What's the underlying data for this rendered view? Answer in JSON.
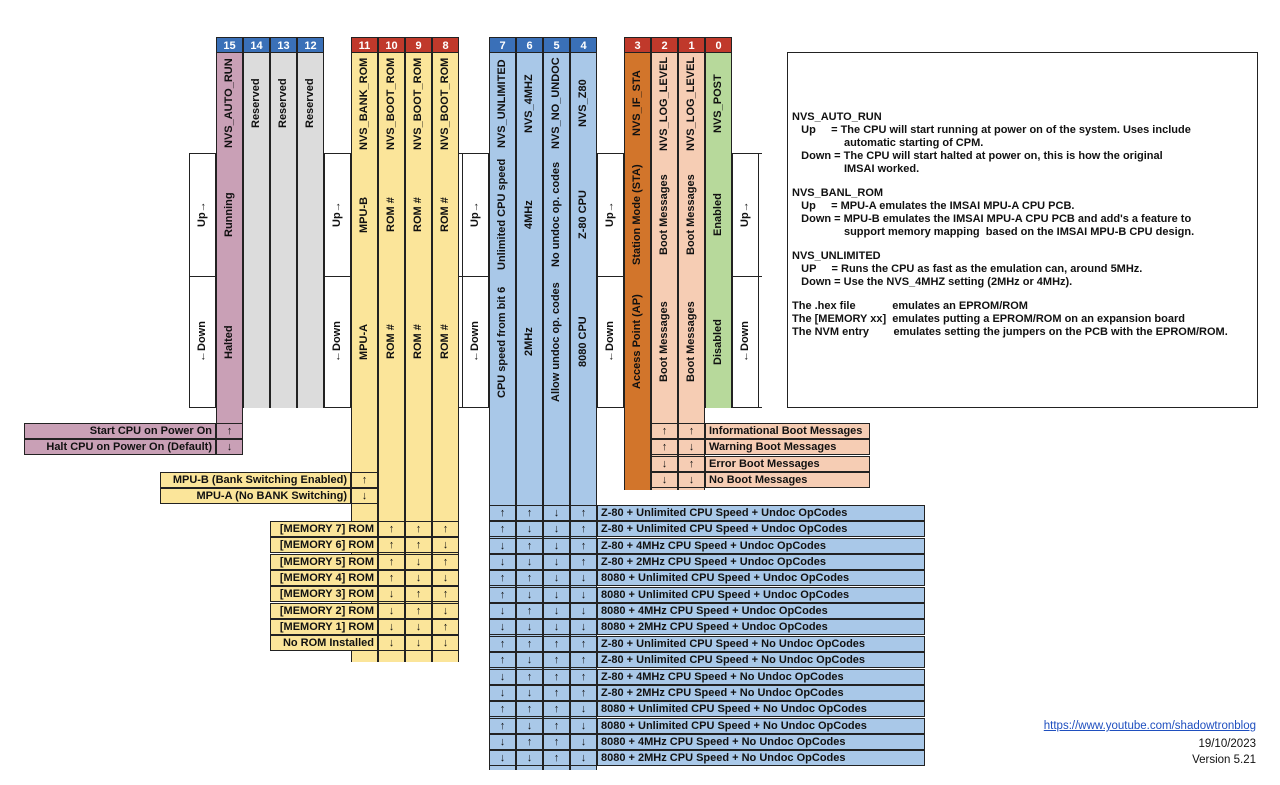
{
  "columns": [
    {
      "bit": "15",
      "name": "NVS_AUTO_RUN",
      "up": "Running",
      "down": "Halted",
      "headColor": "#3a70b8",
      "color": "#c9a0b6"
    },
    {
      "bit": "14",
      "name": "Reserved",
      "up": "",
      "down": "",
      "headColor": "#3a70b8",
      "color": "#dcdcdc"
    },
    {
      "bit": "13",
      "name": "Reserved",
      "up": "",
      "down": "",
      "headColor": "#3a70b8",
      "color": "#dcdcdc"
    },
    {
      "bit": "12",
      "name": "Reserved",
      "up": "",
      "down": "",
      "headColor": "#3a70b8",
      "color": "#dcdcdc"
    },
    {
      "bit": "11",
      "name": "NVS_BANK_ROM",
      "up": "MPU-B",
      "down": "MPU-A",
      "headColor": "#c0392b",
      "color": "#fbe59a"
    },
    {
      "bit": "10",
      "name": "NVS_BOOT_ROM",
      "up": "ROM #",
      "down": "ROM #",
      "headColor": "#c0392b",
      "color": "#fbe59a"
    },
    {
      "bit": "9",
      "name": "NVS_BOOT_ROM",
      "up": "ROM #",
      "down": "ROM #",
      "headColor": "#c0392b",
      "color": "#fbe59a"
    },
    {
      "bit": "8",
      "name": "NVS_BOOT_ROM",
      "up": "ROM #",
      "down": "ROM #",
      "headColor": "#c0392b",
      "color": "#fbe59a"
    },
    {
      "bit": "7",
      "name": "NVS_UNLIMITED",
      "up": "Unlimited CPU speed",
      "down": "CPU speed from bit 6",
      "headColor": "#3a70b8",
      "color": "#a9c8e8"
    },
    {
      "bit": "6",
      "name": "NVS_4MHZ",
      "up": "4MHz",
      "down": "2MHz",
      "headColor": "#3a70b8",
      "color": "#a9c8e8"
    },
    {
      "bit": "5",
      "name": "NVS_NO_UNDOC",
      "up": "No undoc op. codes",
      "down": "Allow undoc op. codes",
      "headColor": "#3a70b8",
      "color": "#a9c8e8"
    },
    {
      "bit": "4",
      "name": "NVS_Z80",
      "up": "Z-80 CPU",
      "down": "8080 CPU",
      "headColor": "#3a70b8",
      "color": "#a9c8e8"
    },
    {
      "bit": "3",
      "name": "NVS_IF_STA",
      "up": "Station Mode (STA)",
      "down": "Access Point (AP)",
      "headColor": "#c0392b",
      "color": "#d2752b"
    },
    {
      "bit": "2",
      "name": "NVS_LOG_LEVEL",
      "up": "Boot Messages",
      "down": "Boot Messages",
      "headColor": "#c0392b",
      "color": "#f6cdb4"
    },
    {
      "bit": "1",
      "name": "NVS_LOG_LEVEL",
      "up": "Boot Messages",
      "down": "Boot Messages",
      "headColor": "#c0392b",
      "color": "#f6cdb4"
    },
    {
      "bit": "0",
      "name": "NVS_POST",
      "up": "Enabled",
      "down": "Disabled",
      "headColor": "#c0392b",
      "color": "#b7d99b"
    }
  ],
  "upLabel": "Up→",
  "downLabel": "←Down",
  "up": "↑",
  "down": "↓",
  "autorun": [
    {
      "label": "Start CPU on Power On",
      "v": [
        "↑"
      ]
    },
    {
      "label": "Halt CPU on Power On (Default)",
      "v": [
        "↓"
      ]
    }
  ],
  "bank": [
    {
      "label": "MPU-B (Bank Switching Enabled)",
      "v": [
        "↑"
      ]
    },
    {
      "label": "MPU-A (No BANK Switching)",
      "v": [
        "↓"
      ]
    }
  ],
  "rom": [
    {
      "label": "[MEMORY 7] ROM",
      "v": [
        "↑",
        "↑",
        "↑"
      ]
    },
    {
      "label": "[MEMORY 6] ROM",
      "v": [
        "↑",
        "↑",
        "↓"
      ]
    },
    {
      "label": "[MEMORY 5] ROM",
      "v": [
        "↑",
        "↓",
        "↑"
      ]
    },
    {
      "label": "[MEMORY 4] ROM",
      "v": [
        "↑",
        "↓",
        "↓"
      ]
    },
    {
      "label": "[MEMORY 3] ROM",
      "v": [
        "↓",
        "↑",
        "↑"
      ]
    },
    {
      "label": "[MEMORY 2] ROM",
      "v": [
        "↓",
        "↑",
        "↓"
      ]
    },
    {
      "label": "[MEMORY 1] ROM",
      "v": [
        "↓",
        "↓",
        "↑"
      ]
    },
    {
      "label": "No ROM Installed",
      "v": [
        "↓",
        "↓",
        "↓"
      ]
    }
  ],
  "log": [
    {
      "label": "Informational Boot Messages",
      "v": [
        "↑",
        "↑"
      ]
    },
    {
      "label": "Warning Boot Messages",
      "v": [
        "↑",
        "↓"
      ]
    },
    {
      "label": "Error Boot Messages",
      "v": [
        "↓",
        "↑"
      ]
    },
    {
      "label": "No Boot Messages",
      "v": [
        "↓",
        "↓"
      ]
    }
  ],
  "cpu": [
    {
      "label": "Z-80 + Unlimited CPU Speed + Undoc OpCodes",
      "v": [
        "↑",
        "↑",
        "↓",
        "↑"
      ]
    },
    {
      "label": "Z-80 + Unlimited CPU Speed + Undoc OpCodes",
      "v": [
        "↑",
        "↓",
        "↓",
        "↑"
      ]
    },
    {
      "label": "Z-80 + 4MHz CPU Speed + Undoc OpCodes",
      "v": [
        "↓",
        "↑",
        "↓",
        "↑"
      ]
    },
    {
      "label": "Z-80 + 2MHz CPU Speed + Undoc OpCodes",
      "v": [
        "↓",
        "↓",
        "↓",
        "↑"
      ]
    },
    {
      "label": "8080 + Unlimited CPU Speed + Undoc OpCodes",
      "v": [
        "↑",
        "↑",
        "↓",
        "↓"
      ]
    },
    {
      "label": "8080 + Unlimited CPU Speed + Undoc OpCodes",
      "v": [
        "↑",
        "↓",
        "↓",
        "↓"
      ]
    },
    {
      "label": "8080 + 4MHz CPU Speed + Undoc OpCodes",
      "v": [
        "↓",
        "↑",
        "↓",
        "↓"
      ]
    },
    {
      "label": "8080 + 2MHz CPU Speed + Undoc OpCodes",
      "v": [
        "↓",
        "↓",
        "↓",
        "↓"
      ]
    },
    {
      "label": "Z-80 + Unlimited CPU Speed + No Undoc OpCodes",
      "v": [
        "↑",
        "↑",
        "↑",
        "↑"
      ]
    },
    {
      "label": "Z-80 + Unlimited CPU Speed + No Undoc OpCodes",
      "v": [
        "↑",
        "↓",
        "↑",
        "↑"
      ]
    },
    {
      "label": "Z-80 + 4MHz CPU Speed + No Undoc OpCodes",
      "v": [
        "↓",
        "↑",
        "↑",
        "↑"
      ]
    },
    {
      "label": "Z-80 + 2MHz CPU Speed + No Undoc OpCodes",
      "v": [
        "↓",
        "↓",
        "↑",
        "↑"
      ]
    },
    {
      "label": "8080 + Unlimited CPU Speed + No Undoc OpCodes",
      "v": [
        "↑",
        "↑",
        "↑",
        "↓"
      ]
    },
    {
      "label": "8080 + Unlimited CPU Speed + No Undoc OpCodes",
      "v": [
        "↑",
        "↓",
        "↑",
        "↓"
      ]
    },
    {
      "label": "8080 + 4MHz CPU Speed + No Undoc OpCodes",
      "v": [
        "↓",
        "↑",
        "↑",
        "↓"
      ]
    },
    {
      "label": "8080 + 2MHz CPU Speed + No Undoc OpCodes",
      "v": [
        "↓",
        "↓",
        "↑",
        "↓"
      ]
    }
  ],
  "notes": {
    "autorun_title": "NVS_AUTO_RUN",
    "autorun_up": "   Up     = The CPU will start running at power on of the system. Uses include",
    "autorun_up2": "                 automatic starting of CPM.",
    "autorun_down": "   Down = The CPU will start halted at power on, this is how the original",
    "autorun_down2": "                 IMSAI worked.",
    "bank_title": "NVS_BANL_ROM",
    "bank_up": "   Up     = MPU-A emulates the IMSAI MPU-A CPU PCB.",
    "bank_down": "   Down = MPU-B emulates the IMSAI MPU-A CPU PCB and add's a feature to",
    "bank_down2": "                 support memory mapping  based on the IMSAI MPU-B CPU design.",
    "unl_title": "NVS_UNLIMITED",
    "unl_up": "   UP     = Runs the CPU as fast as the emulation can, around 5MHz.",
    "unl_down": "   Down = Use the NVS_4MHZ setting (2MHz or 4MHz).",
    "hex": "The .hex file            emulates an EPROM/ROM",
    "mem": "The [MEMORY xx]  emulates putting a EPROM/ROM on an expansion board",
    "nvm": "The NVM entry        emulates setting the jumpers on the PCB with the EPROM/ROM."
  },
  "footer": {
    "url": "https://www.youtube.com/shadowtronblog",
    "date": "19/10/2023",
    "version": "Version 5.21"
  }
}
